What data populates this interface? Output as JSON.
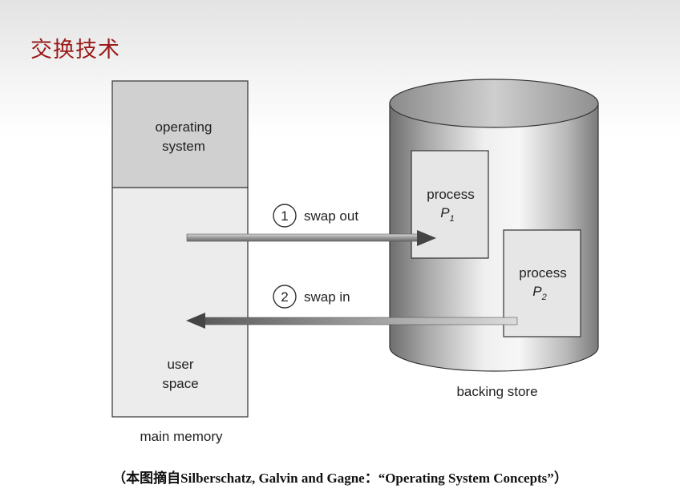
{
  "slide": {
    "title": "交换技术"
  },
  "memory": {
    "os_line1": "operating",
    "os_line2": "system",
    "user_line1": "user",
    "user_line2": "space",
    "label": "main memory"
  },
  "store": {
    "label": "backing store",
    "process1": {
      "name": "process",
      "var": "P",
      "sub": "1"
    },
    "process2": {
      "name": "process",
      "var": "P",
      "sub": "2"
    }
  },
  "arrows": {
    "out": {
      "step": "1",
      "label": "swap out"
    },
    "in": {
      "step": "2",
      "label": "swap in"
    }
  },
  "caption": {
    "open": "（本图摘自",
    "authors": "Silberschatz, Galvin and  Gagne",
    "sep": "：",
    "book": "“Operating System Concepts”",
    "close": "）"
  }
}
